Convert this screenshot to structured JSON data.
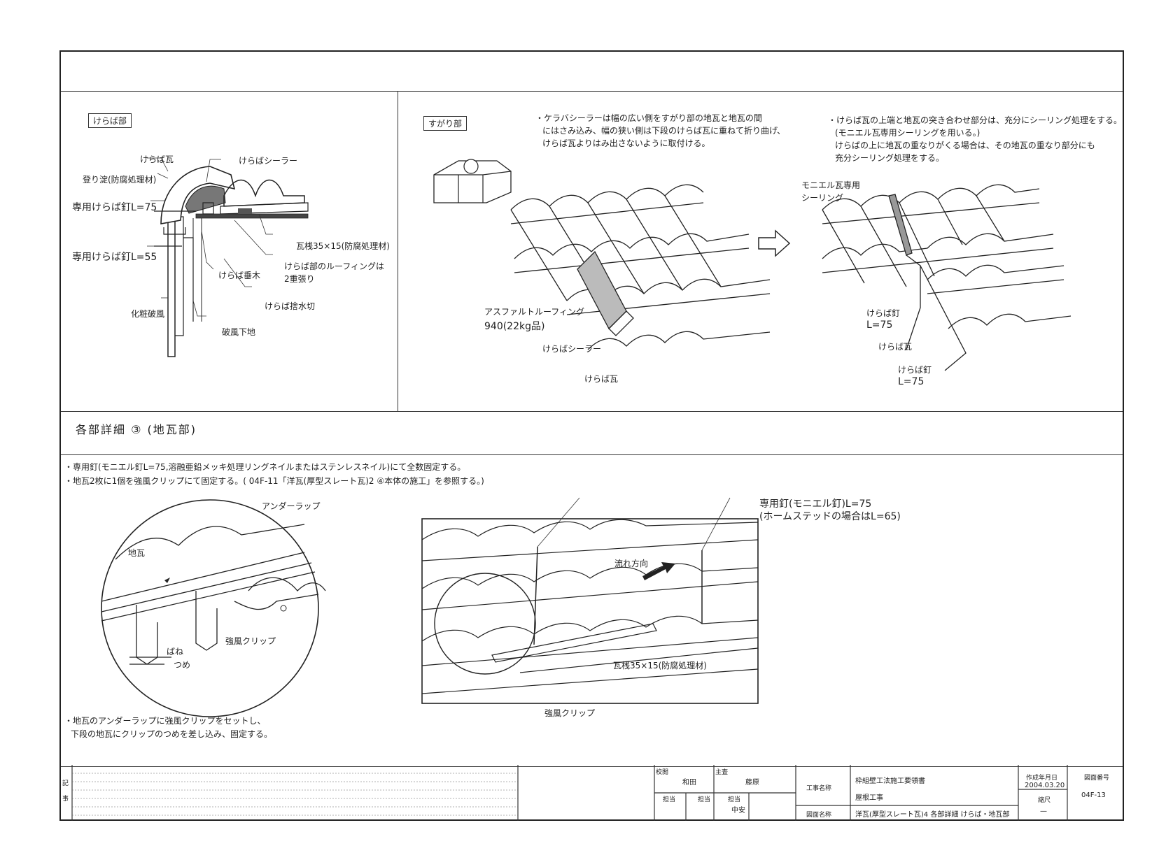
{
  "keraba": {
    "tag": "けらば部",
    "labels": {
      "tile": "けらば瓦",
      "sealer": "けらばシーラー",
      "batten_up": "登り淀(防腐処理材)",
      "nail75": "専用けらば釘L=75",
      "nail55": "専用けらば釘L=55",
      "batten": "瓦桟35×15(防腐処理材)",
      "roofing1": "けらば部のルーフィングは",
      "roofing2": "2重張り",
      "rafter": "けらば垂木",
      "drip": "けらば捨水切",
      "verge": "化粧破風",
      "verge_base": "破風下地"
    }
  },
  "sugari": {
    "tag": "すがり部",
    "note1": "・ケラバシーラーは幅の広い側をすがり部の地瓦と地瓦の間",
    "note2": "にはさみ込み、幅の狭い側は下段のけらば瓦に重ねて折り曲げ、",
    "note3": "けらば瓦よりはみ出さないように取付ける。",
    "labels": {
      "asphalt1": "アスファルトルーフィング",
      "asphalt2": "940(22kg品)",
      "sealer": "けらばシーラー",
      "tile": "けらば瓦"
    }
  },
  "right": {
    "note1": "・けらば瓦の上端と地瓦の突き合わせ部分は、充分にシーリング処理をする。",
    "note2": "(モニエル瓦専用シーリングを用いる。)",
    "note3": "けらばの上に地瓦の重なりがくる場合は、その地瓦の重なり部分にも",
    "note4": "充分シーリング処理をする。",
    "labels": {
      "seal1": "モニエル瓦専用",
      "seal2": "シーリング",
      "nail1_a": "けらば釘",
      "nail1_b": "L=75",
      "tile": "けらば瓦",
      "nail2_a": "けらば釘",
      "nail2_b": "L=75"
    }
  },
  "section3": {
    "title": "各部詳細 ③ (地瓦部)",
    "note1": "・専用釘(モニエル釘L=75,溶融亜鉛メッキ処理リングネイルまたはステンレスネイル)にて全数固定する。",
    "note2": "・地瓦2枚に1個を強風クリップにて固定する。( 04F-11「洋瓦(厚型スレート瓦)2 ④本体の施工」を参照する。)",
    "labels": {
      "underlap": "アンダーラップ",
      "jigawara": "地瓦",
      "spring": "ばね",
      "claw": "つめ",
      "clip": "強風クリップ",
      "nail1": "専用釘(モニエル釘)L=75",
      "nail2": "(ホームステッドの場合はL=65)",
      "flow": "流れ方向",
      "batten": "瓦桟35×15(防腐処理材)",
      "clip2": "強風クリップ"
    },
    "bottom_note1": "・地瓦のアンダーラップに強風クリップをセットし、",
    "bottom_note2": "下段の地瓦にクリップのつめを差し込み、固定する。"
  },
  "title_block": {
    "remarks_label": "記事",
    "check_label": "校閲",
    "check_name": "和田",
    "chief_label": "主査",
    "chief_name": "藤原",
    "staff_label": "担当",
    "staff_label2": "担当",
    "staff_label3": "担当",
    "staff_name": "中安",
    "project_label": "工事名称",
    "project1": "枠組壁工法施工要領書",
    "project2": "屋根工事",
    "drawing_label": "図面名称",
    "drawing_name": "洋瓦(厚型スレート瓦)4 各部詳細 けらば・地瓦部",
    "date_label": "作成年月日",
    "date": "2004.03.20",
    "scale_label": "縮尺",
    "scale": "—",
    "number_label": "図面番号",
    "number": "04F-13"
  }
}
